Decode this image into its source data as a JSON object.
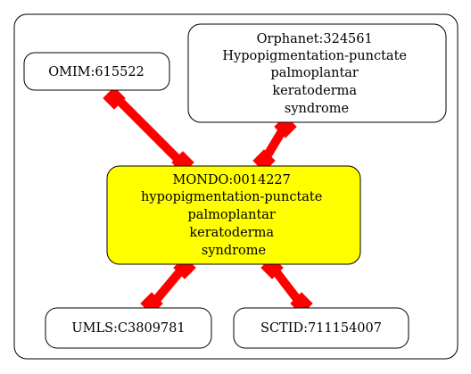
{
  "diagram": {
    "nodes": {
      "omim": {
        "lines": [
          "OMIM:615522"
        ],
        "fill": "#ffffff"
      },
      "orphanet": {
        "lines": [
          "Orphanet:324561",
          "Hypopigmentation-punctate",
          "palmoplantar",
          "keratoderma",
          "syndrome"
        ],
        "fill": "#ffffff"
      },
      "mondo": {
        "lines": [
          "MONDO:0014227",
          "hypopigmentation-punctate",
          "palmoplantar",
          "keratoderma",
          "syndrome"
        ],
        "fill": "#ffff00"
      },
      "umls": {
        "lines": [
          "UMLS:C3809781"
        ],
        "fill": "#ffffff"
      },
      "sctid": {
        "lines": [
          "SCTID:711154007"
        ],
        "fill": "#ffffff"
      }
    },
    "edge_color": "#ff0000"
  }
}
